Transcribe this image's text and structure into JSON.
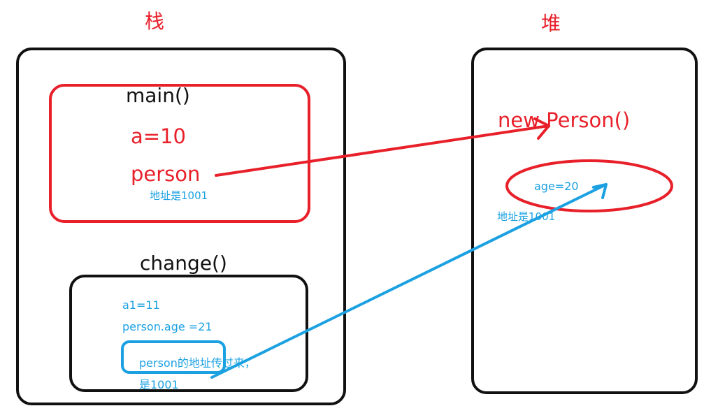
{
  "stack": {
    "title": "栈",
    "main_frame": {
      "name": "main()",
      "var_a": "a=10",
      "var_person": "person",
      "person_note": "地址是1001"
    },
    "change_frame": {
      "name": "change()",
      "line_a1": "a1=11",
      "line_age": "person.age =21",
      "param_note_line1": "person的地址传过来，",
      "param_note_line2": "是1001"
    }
  },
  "heap": {
    "title": "堆",
    "object_label": "new Person()",
    "field_age": "age=20",
    "address_note": "地址是1001"
  },
  "colors": {
    "red": "#e8202a",
    "blue": "#1ba1e2",
    "black": "#111111"
  }
}
